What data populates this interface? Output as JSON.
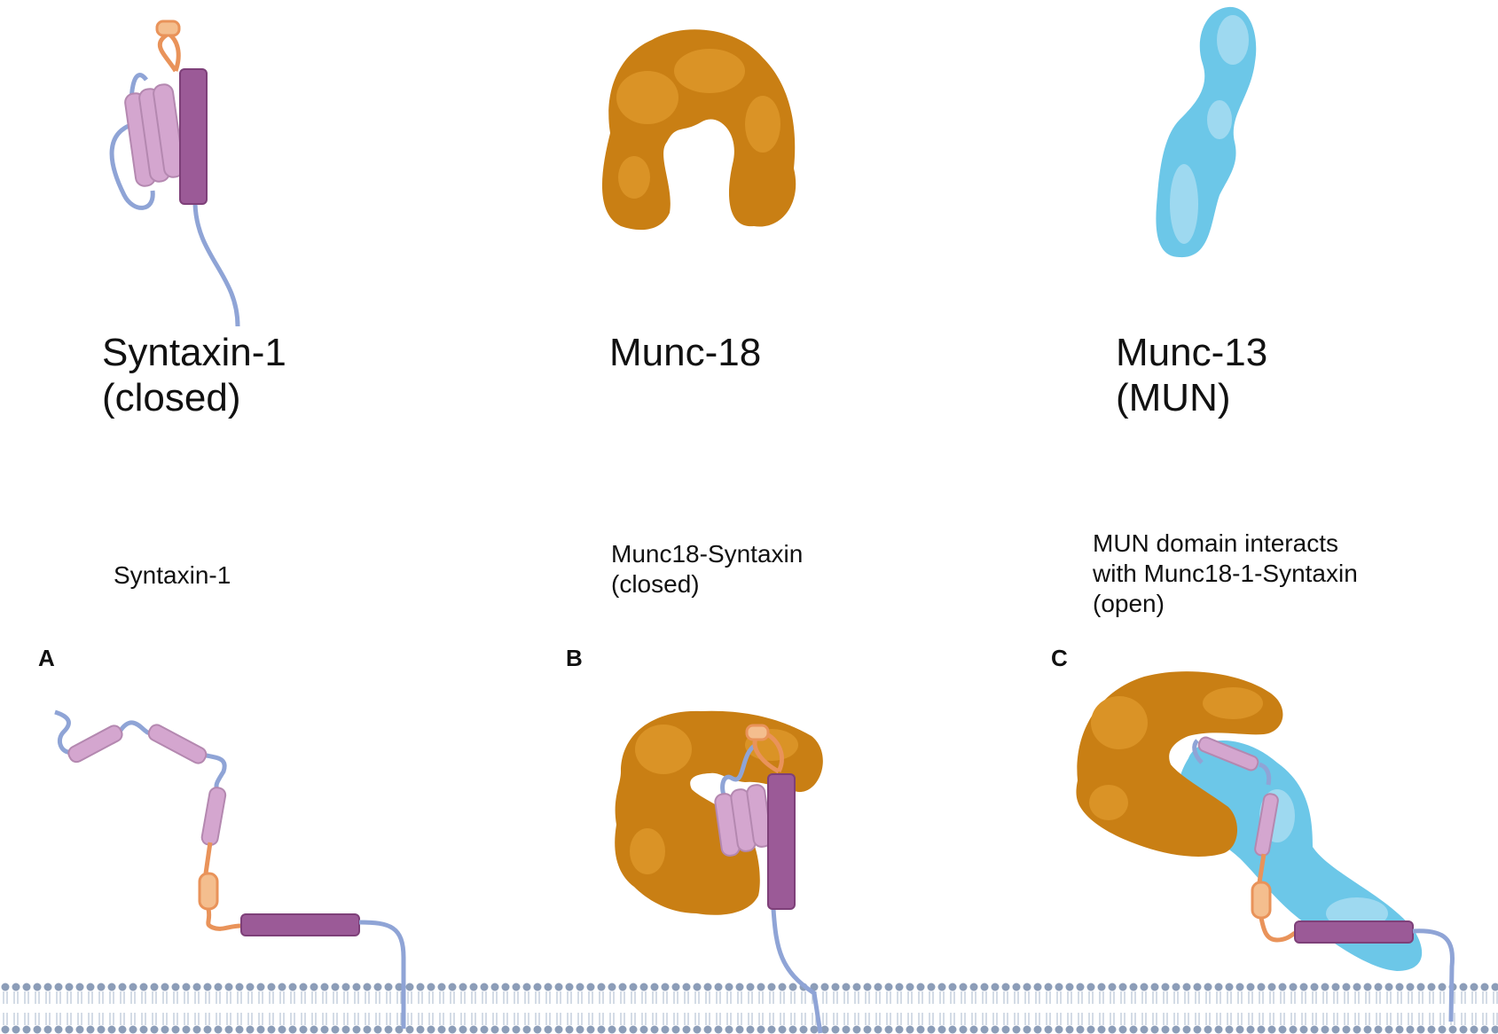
{
  "top_labels": {
    "syntaxin": "Syntaxin-1\n(closed)",
    "munc18": "Munc-18",
    "munc13": "Munc-13\n(MUN)"
  },
  "captions": {
    "a": "Syntaxin-1",
    "b": "Munc18-Syntaxin\n(closed)",
    "c": "MUN domain interacts\nwith Munc18-1-Syntaxin\n(open)"
  },
  "panels": {
    "a": "A",
    "b": "B",
    "c": "C"
  },
  "colors": {
    "munc18": "#C97F14",
    "munc18_light": "#DA9326",
    "munc13": "#6CC7E8",
    "munc13_light": "#9ED9F0",
    "helix_dark": "#9B5A97",
    "helix_light": "#D4A6CF",
    "linker": "#E9935A",
    "habc_loop": "#F4BE8E",
    "tail": "#8FA4D6",
    "membrane": "#8C9DB8"
  }
}
